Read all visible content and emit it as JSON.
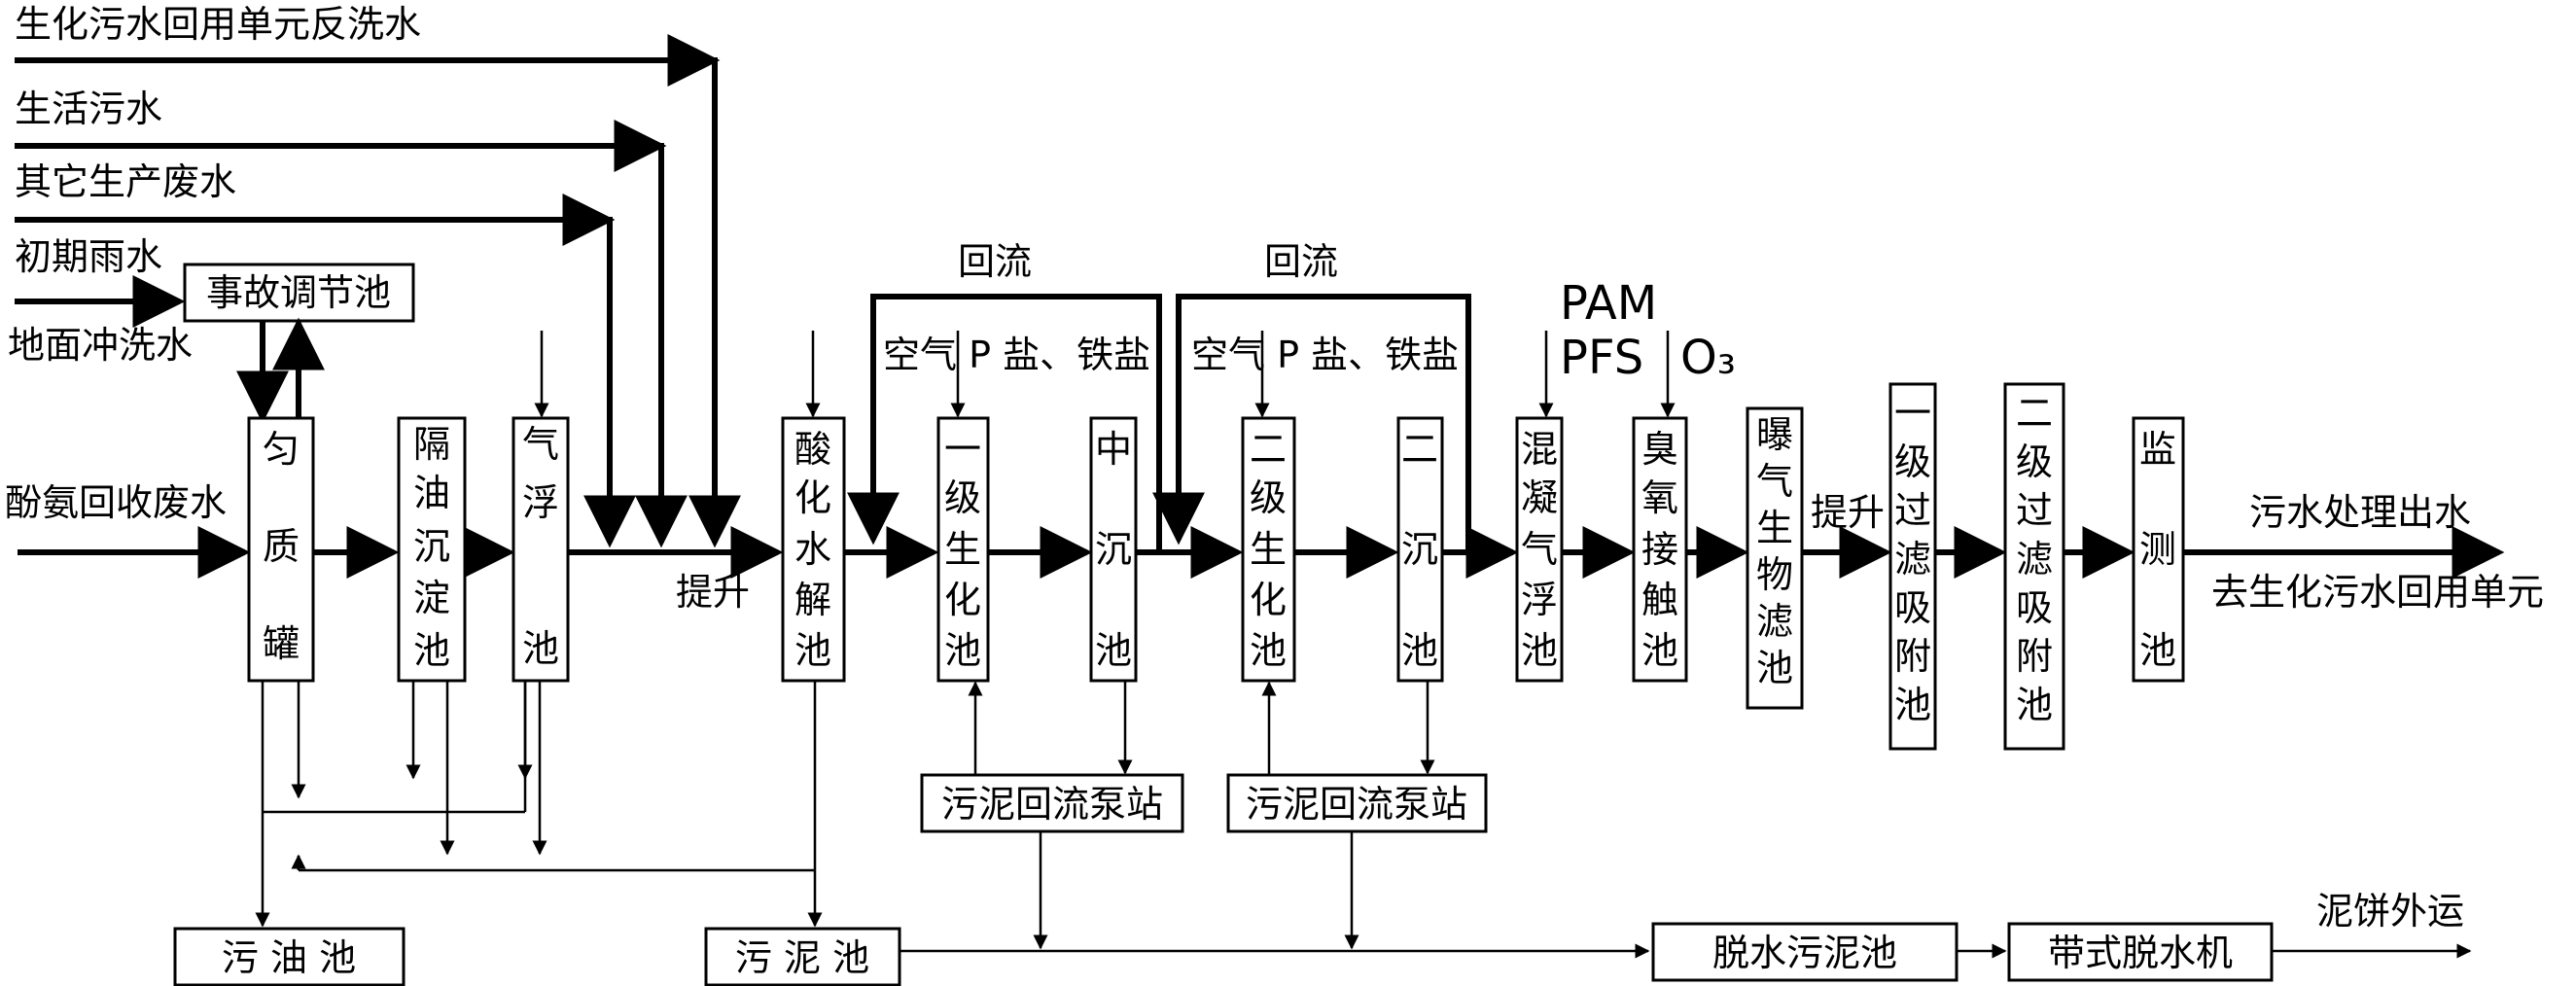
{
  "inputs": {
    "biochem_backwash": "生化污水回用单元反洗水",
    "domestic_sewage": "生活污水",
    "other_wastewater": "其它生产废水",
    "initial_rain": "初期雨水",
    "floor_washing": "地面冲洗水",
    "phenol_ammonia": "酚氨回收废水"
  },
  "units": {
    "accident_tank": "事故调节池",
    "homogenizer": [
      "匀",
      "质",
      "罐"
    ],
    "oil_separator": [
      "隔",
      "油",
      "沉",
      "淀",
      "池"
    ],
    "air_flotation": [
      "气",
      "浮",
      "池"
    ],
    "acid_hydrolysis": [
      "酸",
      "化",
      "水",
      "解",
      "池"
    ],
    "primary_bio": [
      "一",
      "级",
      "生",
      "化",
      "池"
    ],
    "mid_sedimentation": [
      "中",
      "沉",
      "池"
    ],
    "secondary_bio": [
      "二",
      "级",
      "生",
      "化",
      "池"
    ],
    "secondary_sedimentation": [
      "二",
      "沉",
      "池"
    ],
    "coag_flotation": [
      "混",
      "凝",
      "气",
      "浮",
      "池"
    ],
    "ozone_contact": [
      "臭",
      "氧",
      "接",
      "触",
      "池"
    ],
    "baf": [
      "曝",
      "气",
      "生",
      "物",
      "滤",
      "池"
    ],
    "primary_filter": [
      "一",
      "级",
      "过",
      "滤",
      "吸",
      "附",
      "池"
    ],
    "secondary_filter": [
      "二",
      "级",
      "过",
      "滤",
      "吸",
      "附",
      "池"
    ],
    "monitor_pool": [
      "监",
      "测",
      "池"
    ],
    "oil_pool": "污 油 池",
    "sludge_pool": "污 泥 池",
    "sludge_return_1": "污泥回流泵站",
    "sludge_return_2": "污泥回流泵站",
    "dewater_pool": "脱水污泥池",
    "belt_press": "带式脱水机"
  },
  "labels": {
    "lift_1": "提升",
    "lift_2": "提升",
    "reflux_1": "回流",
    "reflux_2": "回流",
    "dosing_1": "空气 P 盐、铁盐",
    "dosing_2": "空气 P 盐、铁盐",
    "pam": "PAM",
    "pfs": "PFS",
    "o3": "O₃",
    "effluent": "污水处理出水",
    "to_reuse": "去生化污水回用单元",
    "cake_out": "泥饼外运"
  }
}
